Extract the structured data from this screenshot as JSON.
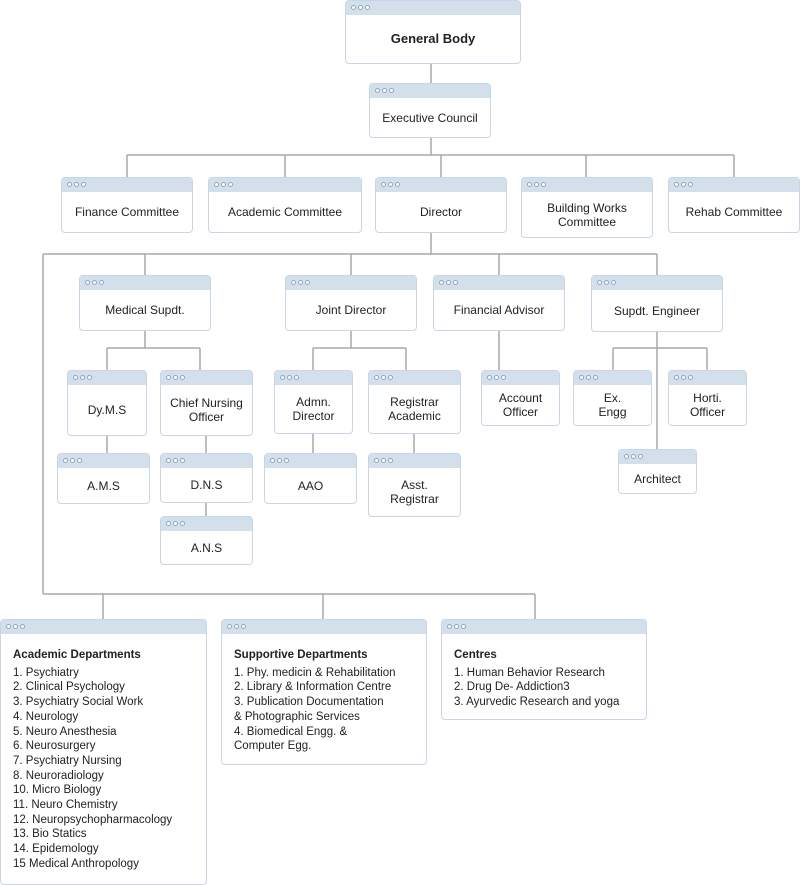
{
  "nodes": {
    "general_body": "General Body",
    "executive_council": "Executive Council",
    "finance_committee": "Finance Committee",
    "academic_committee": "Academic Committee",
    "director": "Director",
    "building_works_committee": [
      "Building Works",
      "Committee"
    ],
    "rehab_committee": "Rehab Committee",
    "medical_supdt": "Medical Supdt.",
    "joint_director": "Joint Director",
    "financial_advisor": "Financial Advisor",
    "supdt_engineer": "Supdt. Engineer",
    "dy_ms": "Dy.M.S",
    "chief_nursing_officer": [
      "Chief Nursing",
      "Officer"
    ],
    "admn_director": [
      "Admn.",
      "Director"
    ],
    "registrar_academic": [
      "Registrar",
      "Academic"
    ],
    "account_officer": [
      "Account",
      "Officer"
    ],
    "ex_engg": [
      "Ex.",
      "Engg"
    ],
    "horti_officer": [
      "Horti.",
      "Officer"
    ],
    "ams": "A.M.S",
    "dns": "D.N.S",
    "aao": "AAO",
    "asst_registrar": [
      "Asst.",
      "Registrar"
    ],
    "architect": "Architect",
    "ans": "A.N.S"
  },
  "academic_departments": {
    "title": "Academic Departments",
    "items": [
      "1.  Psychiatry",
      "2. Clinical Psychology",
      "3. Psychiatry Social Work",
      "4. Neurology",
      "5. Neuro Anesthesia",
      "6. Neurosurgery",
      "7. Psychiatry Nursing",
      "8. Neuroradiology",
      "10. Micro Biology",
      "11. Neuro Chemistry",
      "12. Neuropsychopharmacology",
      "13. Bio Statics",
      "14. Epidemology",
      "15 Medical Anthropology"
    ]
  },
  "supportive_departments": {
    "title": "Supportive Departments",
    "items": [
      "1. Phy. medicin & Rehabilitation",
      "2. Library & Information Centre",
      "3. Publication Documentation",
      "& Photographic Services",
      "4. Biomedical Engg. &",
      "Computer Egg."
    ]
  },
  "centres": {
    "title": "Centres",
    "items": [
      "1. Human Behavior Research",
      "2. Drug De- Addiction3",
      "3. Ayurvedic Research and yoga"
    ]
  },
  "colors": {
    "box_border": "#c9d6e3",
    "title_bar": "#d3e0ec",
    "connector": "#a9a9a9"
  }
}
